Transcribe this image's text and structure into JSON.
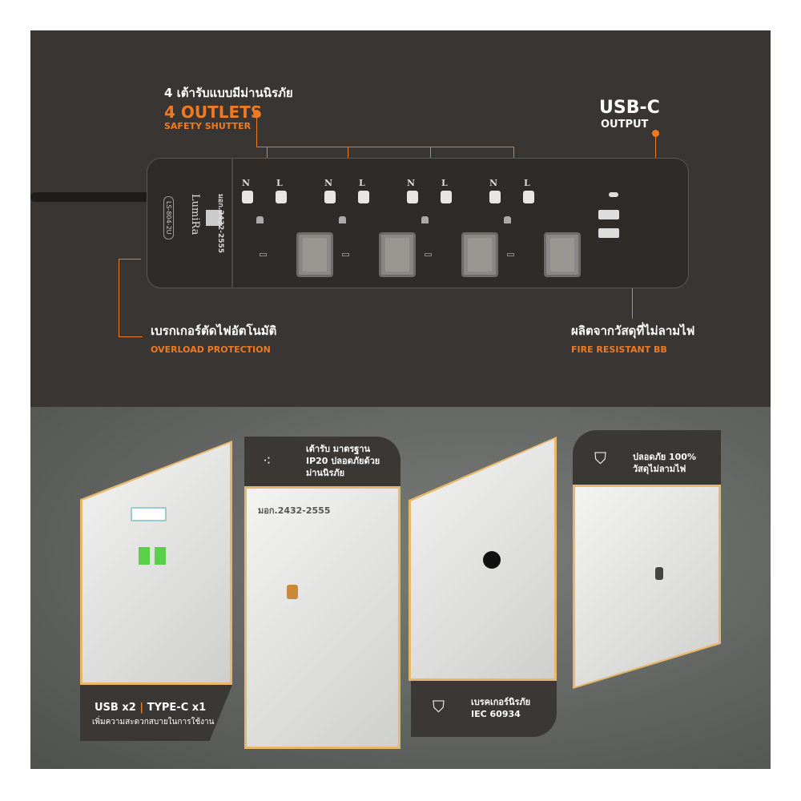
{
  "top": {
    "outlets_thai": "4 เต้ารับแบบมีม่านนิรภัย",
    "outlets_title": "4 OUTLETS",
    "outlets_sub": "SAFETY SHUTTER",
    "usbc_title": "USB-C",
    "usbc_sub": "OUTPUT",
    "overload_thai": "เบรกเกอร์ตัดไฟอัตโนมัติ",
    "overload_en": "OVERLOAD PROTECTION",
    "fire_thai": "ผลิตจากวัสดุที่ไม่ลามไฟ",
    "fire_en": "FIRE RESISTANT BB"
  },
  "product": {
    "model": "LS-804-2U",
    "brand": "LumiRa",
    "standard": "มอก.2432-2555",
    "outlet_labels": [
      "N",
      "L"
    ]
  },
  "panels": [
    {
      "line1a": "USB x2",
      "line1b": "TYPE-C x1",
      "line2": "เพิ่มความสะดวกสบายในการใช้งาน"
    },
    {
      "line1": "เต้ารับ มาตรฐาน",
      "line2": "IP20 ปลอดภัยด้วย",
      "line3": "ม่านนิรภัย",
      "photo_text": "มอก.2432-2555"
    },
    {
      "line1": "เบรคเกอร์นิรภัย",
      "line2": "IEC 60934",
      "icon": "lightning-shield-icon"
    },
    {
      "line1": "ปลอดภัย 100%",
      "line2": "วัสดุไม่ลามไฟ",
      "icon": "fire-shield-icon"
    }
  ],
  "colors": {
    "accent": "#f07a22",
    "dark": "#383533",
    "frame": "#e8b86a"
  }
}
